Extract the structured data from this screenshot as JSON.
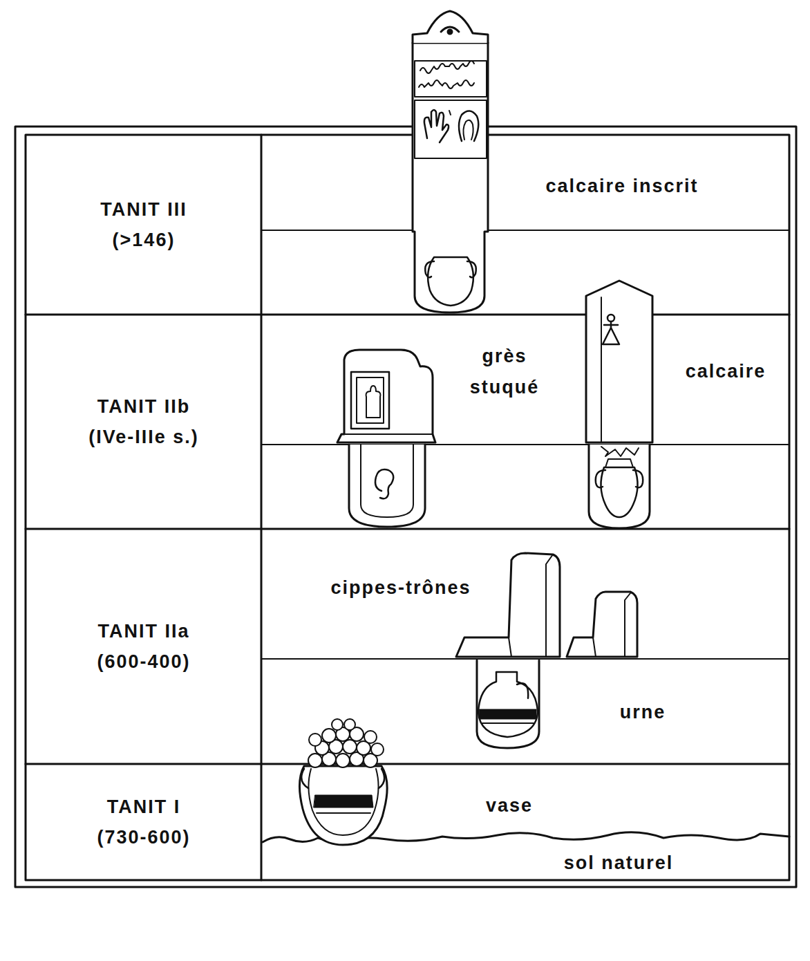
{
  "diagram": {
    "nodes": [
      {
        "text": [
          "TANIT III",
          "(>146)"
        ]
      },
      {
        "text": [
          "TANIT IIb",
          "(IVe-IIIe s.)"
        ]
      },
      {
        "text": [
          "TANIT IIa",
          "(600-400)"
        ]
      },
      {
        "text": [
          "TANIT I",
          "(730-600)"
        ]
      }
    ],
    "labels": [
      "calcaire inscrit",
      "grès stuqué",
      "calcaire",
      "cippes-trônes",
      "urne",
      "vase",
      "sol naturel"
    ]
  }
}
